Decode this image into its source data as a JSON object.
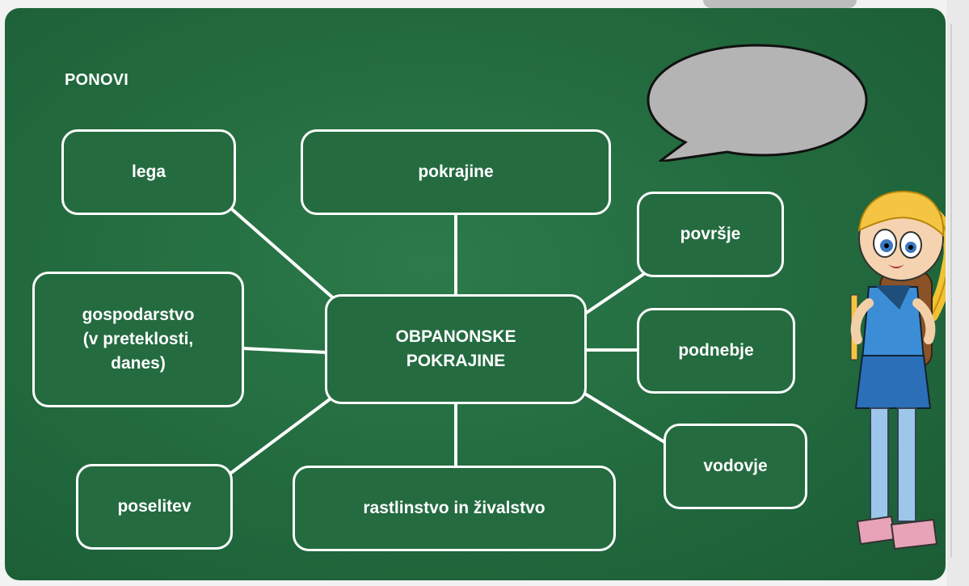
{
  "title": "PONOVI",
  "center": "OBPANONSKE\nPOKRAJINE",
  "nodes": {
    "lega": "lega",
    "pokrajine": "pokrajine",
    "povrsje": "površje",
    "gospodarstvo": "gospodarstvo\n(v preteklosti,\ndanes)",
    "podnebje": "podnebje",
    "poselitev": "poselitev",
    "rastlinstvo": "rastlinstvo in živalstvo",
    "vodovje": "vodovje"
  },
  "colors": {
    "board": "#226a3e",
    "node_fill": "#246b40",
    "line": "#ffffff",
    "bubble": "#b4b4b4"
  },
  "icons": [
    "speech-bubble-icon",
    "girl-character-illustration"
  ]
}
